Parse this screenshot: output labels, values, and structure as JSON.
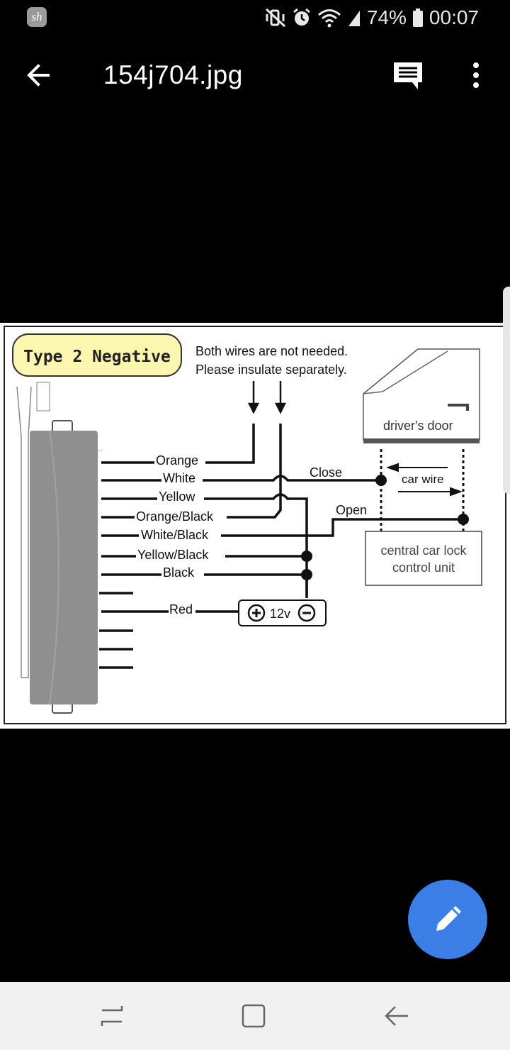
{
  "status_bar": {
    "app_badge": "sh",
    "battery_percent": "74%",
    "time": "00:07"
  },
  "app_bar": {
    "title": "154j704.jpg",
    "icons": [
      "back-arrow-icon",
      "comment-icon",
      "more-vert-icon"
    ]
  },
  "image": {
    "title_badge": "Type 2 Negative",
    "note_line1": "Both wires are not needed.",
    "note_line2": "Please insulate separately.",
    "door_label": "driver's door",
    "wires": [
      "Orange",
      "White",
      "Yellow",
      "Orange/Black",
      "White/Black",
      "Yellow/Black",
      "Black",
      "Red"
    ],
    "close_label": "Close",
    "open_label": "Open",
    "car_wire_label": "car wire",
    "unit_line1": "central car lock",
    "unit_line2": "control unit",
    "battery_label": "12v"
  },
  "fab": {
    "icon": "pencil-icon"
  },
  "nav_bar": {
    "icons": [
      "recents-icon",
      "home-icon",
      "back-icon"
    ]
  },
  "colors": {
    "fab": "#3b7ee6",
    "badge_fill": "#fbf6b0"
  }
}
